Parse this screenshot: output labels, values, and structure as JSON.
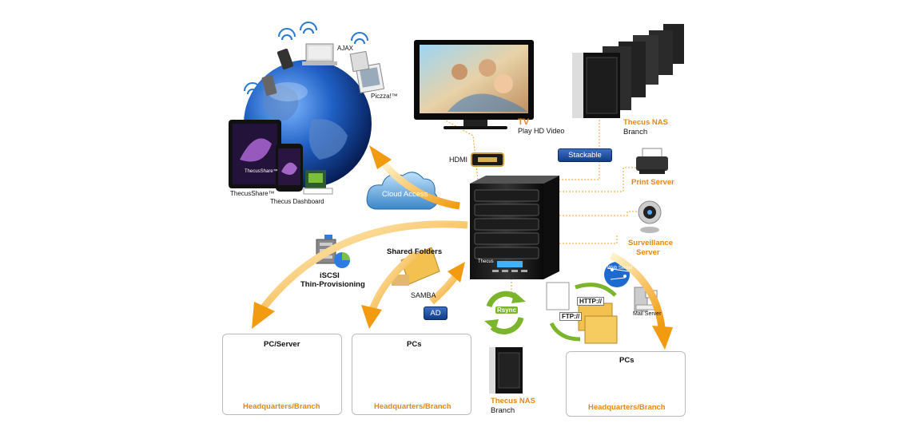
{
  "labels": {
    "ajax": "AJAX",
    "piczza": "Piczza!™",
    "thecusshare": "ThecusShare™",
    "dashboard": "Thecus Dashboard",
    "tablet_text": "ThecusShare™",
    "tv_title": "TV",
    "tv_sub": "Play HD Video",
    "hdmi": "HDMI",
    "stackable": "Stackable",
    "nas_branch_top_title": "Thecus NAS",
    "nas_branch_top_sub": "Branch",
    "cloud": "Cloud Access",
    "print_server": "Print Server",
    "surveillance_1": "Surveillance",
    "surveillance_2": "Server",
    "shared_folders": "Shared Folders",
    "samba": "SAMBA",
    "ad": "AD",
    "iscsi_1": "iSCSI",
    "iscsi_2": "Thin-Provisioning",
    "rsync": "Rsync",
    "web_server": "Web Server",
    "mail_server": "Mail Server",
    "http": "HTTP://",
    "ftp": "FTP://",
    "nas_front": "Thecus",
    "nas_branch_bottom_title": "Thecus NAS",
    "nas_branch_bottom_sub": "Branch"
  },
  "boxes": [
    {
      "title": "PC/Server",
      "footer": "Headquarters/Branch"
    },
    {
      "title": "PCs",
      "footer": "Headquarters/Branch"
    },
    {
      "title": "PCs",
      "footer": "Headquarters/Branch"
    }
  ],
  "colors": {
    "accent_orange": "#e8870f",
    "arrow_orange": "#f5a623",
    "dotted_line": "#f0a030",
    "pill_blue": "#1f4f9e",
    "rsync_green": "#79b62c"
  }
}
